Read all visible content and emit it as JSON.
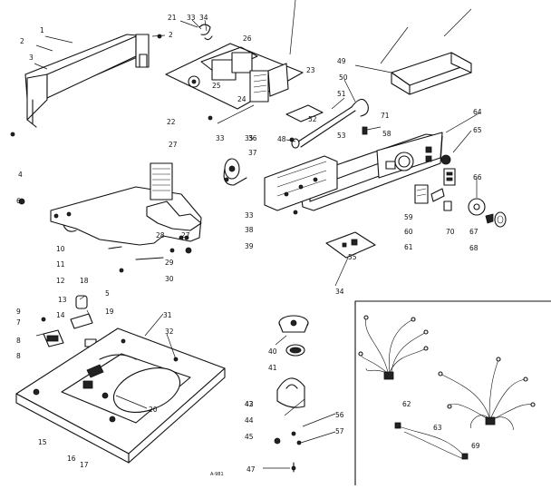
{
  "labels": {
    "l1": "1",
    "l2": "2",
    "l2b": "2",
    "l3": "3",
    "l4": "4",
    "l5": "5",
    "l6": "6",
    "l7": "7",
    "l8": "8",
    "l9": "9",
    "l10": "10",
    "l11": "11",
    "l12": "12",
    "l13": "13",
    "l14": "14",
    "l15": "15",
    "l16": "16",
    "l17": "17",
    "l18": "18",
    "l19": "19",
    "l20": "20",
    "l21": "21",
    "l22": "22",
    "l23": "23",
    "l24": "24",
    "l25": "25",
    "l26": "26",
    "l27": "27",
    "l27b": "27",
    "l28": "28",
    "l29": "29",
    "l30": "30",
    "l31": "31",
    "l32": "32",
    "l33": "33",
    "l33b": "33",
    "l33c": "33",
    "l34": "34",
    "l34b": "34",
    "l35": "35",
    "l36": "36",
    "l37": "37",
    "l38": "38",
    "l39": "39",
    "l40": "40",
    "l41": "41",
    "l42": "42",
    "l43": "43",
    "l44": "44",
    "l45": "45",
    "l47": "47",
    "l48": "48",
    "l49": "49",
    "l50": "50",
    "l51": "51",
    "l52": "52",
    "l53": "53",
    "l55": "55",
    "l56": "56",
    "l57": "57",
    "l58": "58",
    "l59": "59",
    "l60": "60",
    "l61": "61",
    "l62": "62",
    "l63": "63",
    "l64": "64",
    "l65": "65",
    "l66": "66",
    "l67": "67",
    "l68": "68",
    "l69": "69",
    "l70": "70",
    "l71": "71"
  },
  "footer_code": "A-981"
}
